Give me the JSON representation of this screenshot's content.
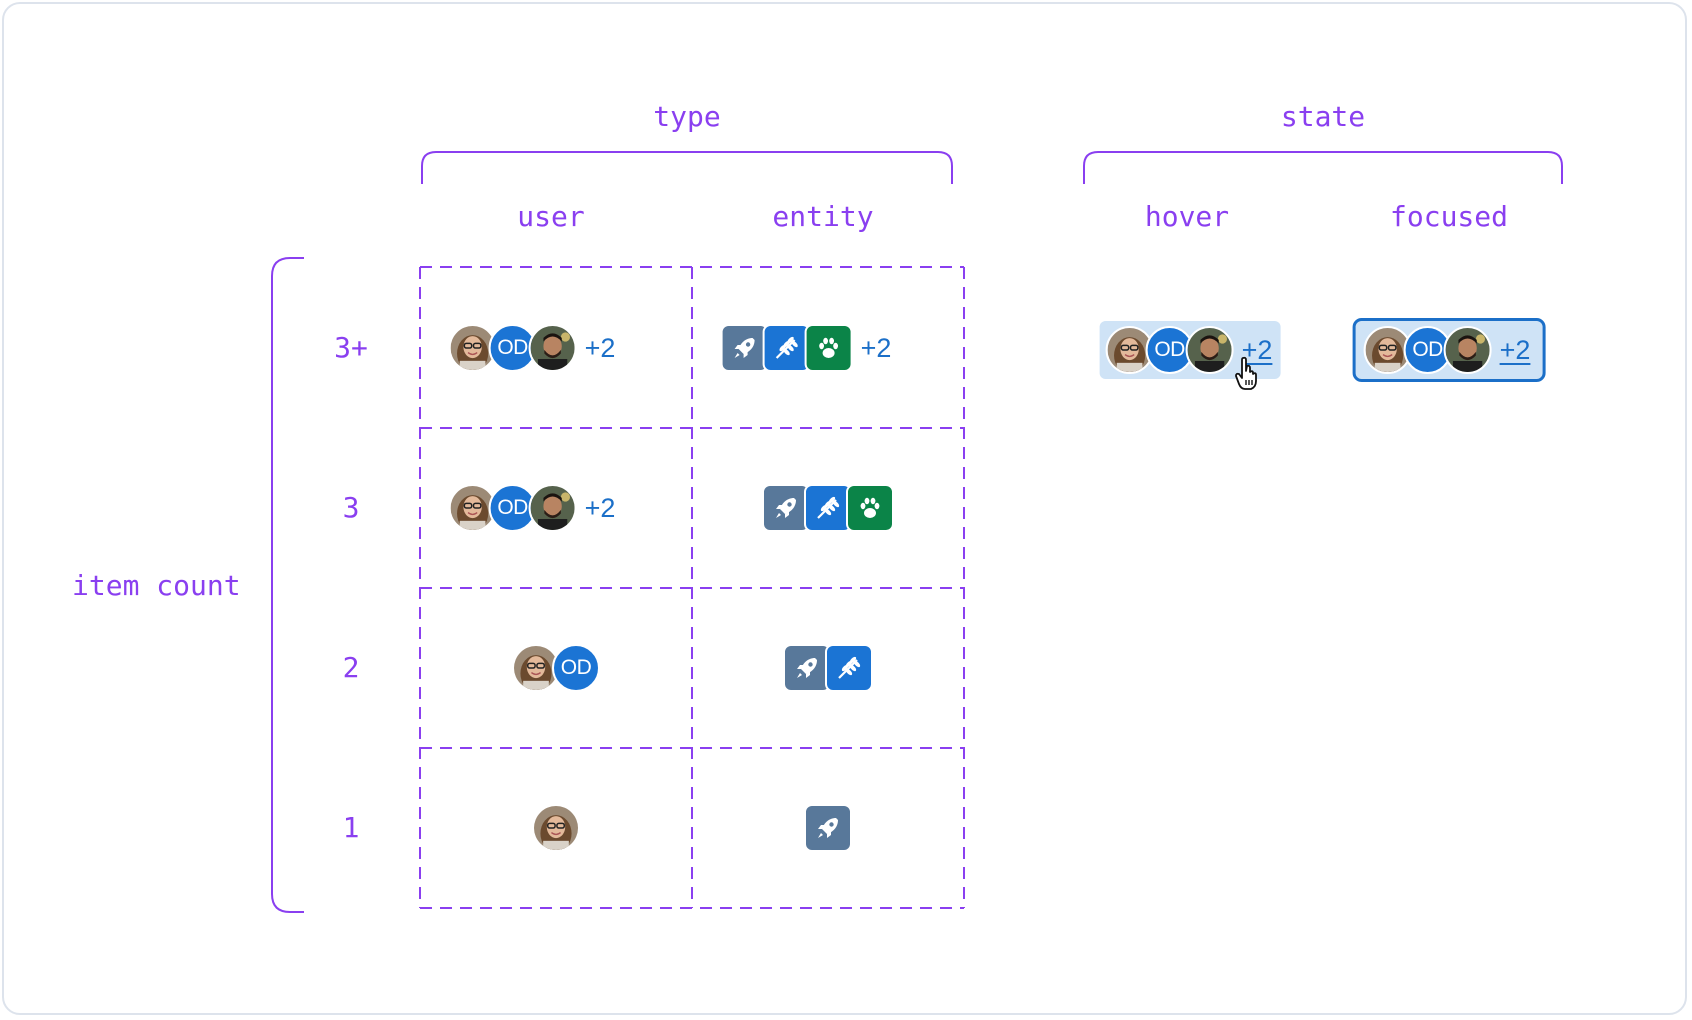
{
  "labels": {
    "type_heading": "type",
    "state_heading": "state",
    "columns": [
      "user",
      "entity"
    ],
    "states": [
      "hover",
      "focused"
    ],
    "row_axis": "item count",
    "rows": [
      "3+",
      "3",
      "2",
      "1"
    ]
  },
  "overflow_text": "+2",
  "avatar_initials": "OD",
  "colors": {
    "guide": "#8a3ff0",
    "rocket_bg": "#58789a",
    "plant_bg": "#1b74d4",
    "paw_bg": "#0b8448",
    "link": "#1b6fc8",
    "state_bg": "#cfe3f6"
  },
  "icons": {
    "entity_1": "rocket-icon",
    "entity_2": "wheat-icon",
    "entity_3": "paw-icon",
    "cursor": "hand-pointer-icon"
  }
}
